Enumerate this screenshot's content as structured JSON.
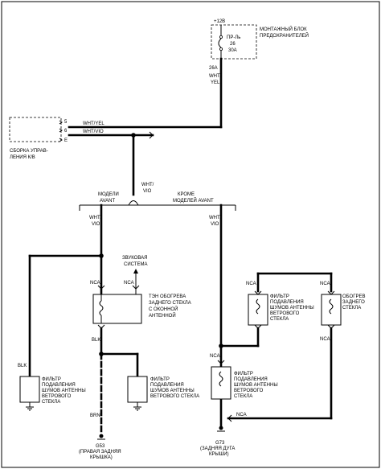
{
  "fuse_block": {
    "voltage": "+12В",
    "title_line1": "МОНТАЖНЫЙ БЛОК",
    "title_line2": "ПРЕДОХРАНИТЕЛЕЙ",
    "fuse_label1": "ПР-Ль",
    "fuse_label2": "26",
    "fuse_label3": "30А",
    "pin": "26А"
  },
  "wires": {
    "fuse_out_1": "WHT/",
    "fuse_out_2": "YEL",
    "ctrl_wire_top": "WHT/YEL",
    "ctrl_wire_bottom": "WHT/VIO",
    "down_1": "WHT/",
    "down_2": "VIO",
    "left_1": "WHT/",
    "left_2": "VIO",
    "right_1": "WHT/",
    "right_2": "VIO",
    "blk_left": "BLK",
    "blk_mid": "BLK",
    "brn": "BRN"
  },
  "control_unit": {
    "pin5": "5",
    "pin6": "6",
    "pinE": "E",
    "label_line1": "СБОРКА УПРАВ-",
    "label_line2": "ЛЕНИЯ К/В"
  },
  "branches": {
    "left_line1": "МОДЕЛИ",
    "left_line2": "AVANT",
    "right_line1": "КРОМЕ",
    "right_line2": "МОДЕЛЕЙ AVANT"
  },
  "components": {
    "sound_line1": "ЗВУКОВАЯ",
    "sound_line2": "СИСТЕМА",
    "heater_line1": "ТЭН ОБОГРЕВА",
    "heater_line2": "ЗАДНЕГО СТЕКЛА",
    "heater_line3": "С ОКОННОЙ",
    "heater_line4": "АНТЕННОЙ",
    "filter_a_line1": "ФИЛЬТР",
    "filter_a_line2": "ПОДАВЛЕНИЯ",
    "filter_a_line3": "ШУМОВ АНТЕННЫ",
    "filter_a_line4": "ВЕТРОВОГО",
    "filter_a_line5": "СТЕКЛА",
    "filter_b_line1": "ФИЛЬТР",
    "filter_b_line2": "ПОДАВЛЕНИЯ",
    "filter_b_line3": "ШУМОВ АНТЕННЫ",
    "filter_b_line4": "ВЕТРОВОГО СТЕКЛА",
    "filter_c_line1": "ФИЛЬТР",
    "filter_c_line2": "ПОДАВЛЕНИЯ",
    "filter_c_line3": "ШУМОВ АНТЕННЫ",
    "filter_c_line4": "ВЕТРОВОГО",
    "filter_c_line5": "СТЕКЛА",
    "filter_d_line1": "ФИЛЬТР",
    "filter_d_line2": "ПОДАВЛЕНИЯ",
    "filter_d_line3": "ШУМОВ АНТЕННЫ",
    "filter_d_line4": "ВЕТРОВОГО",
    "filter_d_line5": "СТЕКЛА",
    "rear_heater_line1": "ОБОГРЕВ",
    "rear_heater_line2": "ЗАДНЕГО",
    "rear_heater_line3": "СТЕКЛА",
    "nca": "NCA"
  },
  "grounds": {
    "g53_name": "G53",
    "g53_line1": "(ПРАВАЯ ЗАДНЯЯ",
    "g53_line2": "КРЫШКА)",
    "g73_name": "G73",
    "g73_line1": "(ЗАДНЯЯ ДУГА",
    "g73_line2": "КРЫШИ)"
  }
}
